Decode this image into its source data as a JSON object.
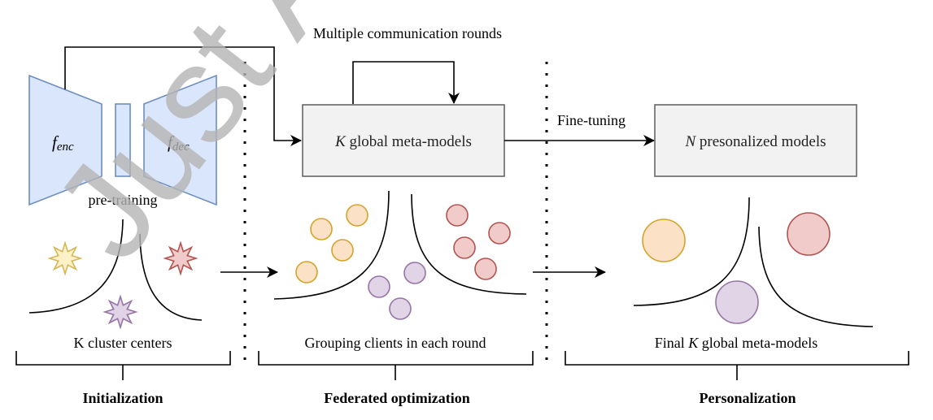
{
  "diagram": {
    "colors": {
      "encoder_fill": "#dae6fb",
      "encoder_stroke": "#6c8ebf",
      "box_fill": "#f2f2f2",
      "box_stroke": "#666666",
      "orange_fill": "#fbe2c7",
      "orange_stroke": "#d6a229",
      "red_fill": "#f1caca",
      "red_stroke": "#b25450",
      "purple_fill": "#e0d4e6",
      "purple_stroke": "#9674a6",
      "yellow_fill": "#fdf1c8",
      "yellow_stroke": "#d6b656",
      "watermark": "#b4b4b4"
    },
    "watermark_text": "Just A",
    "initialization": {
      "encoder_label": "f",
      "encoder_sub": "enc",
      "decoder_label": "f",
      "decoder_sub": "dec",
      "pretraining_label": "pre-training",
      "caption": "K cluster centers",
      "section_title": "Initialization",
      "stars": [
        {
          "color": "yellow",
          "name": "cluster-center-yellow"
        },
        {
          "color": "red",
          "name": "cluster-center-red"
        },
        {
          "color": "purple",
          "name": "cluster-center-purple"
        }
      ]
    },
    "federated": {
      "loop_label": "Multiple communication rounds",
      "box_var": "K",
      "box_text": " global meta-models",
      "caption": "Grouping clients in each round",
      "section_title": "Federated optimization",
      "clients": {
        "orange": 4,
        "red": 4,
        "purple": 3
      }
    },
    "personalization": {
      "arrow_label": "Fine-tuning",
      "box_var": "N",
      "box_text": " presonalized models",
      "caption_prefix": "Final ",
      "caption_var": "K",
      "caption_suffix": " global meta-models",
      "section_title": "Personalization",
      "final_models": [
        "orange",
        "red",
        "purple"
      ]
    }
  }
}
